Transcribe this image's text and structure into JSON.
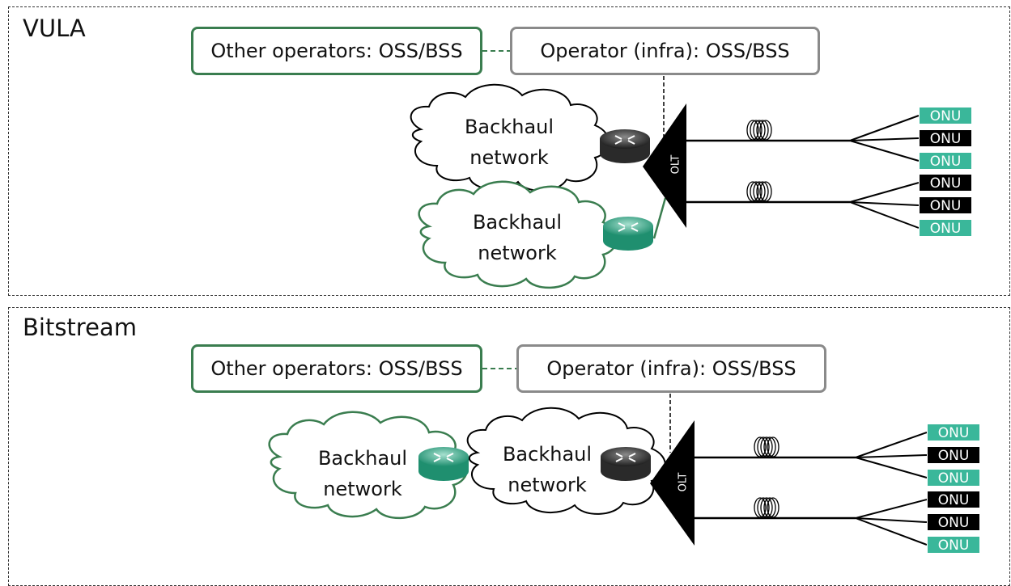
{
  "colors": {
    "green": "#3a7d4f",
    "gray": "#8a8a8a",
    "onu_green": "#3ab79a",
    "onu_black": "#000000",
    "router_dark": "#3a3a3a",
    "router_teal": "#2fa987"
  },
  "panels": [
    {
      "title": "VULA",
      "other_ops": "Other operators: OSS/BSS",
      "infra_ops": "Operator (infra): OSS/BSS",
      "cloud_black": [
        "Backhaul",
        "network"
      ],
      "cloud_green": [
        "Backhaul",
        "network"
      ],
      "olt": "OLT",
      "onus": [
        "ONU",
        "ONU",
        "ONU",
        "ONU",
        "ONU",
        "ONU"
      ],
      "onu_colors": [
        "green",
        "black",
        "green",
        "black",
        "black",
        "green"
      ]
    },
    {
      "title": "Bitstream",
      "other_ops": "Other operators: OSS/BSS",
      "infra_ops": "Operator (infra): OSS/BSS",
      "cloud_green": [
        "Backhaul",
        "network"
      ],
      "cloud_black": [
        "Backhaul",
        "network"
      ],
      "olt": "OLT",
      "onus": [
        "ONU",
        "ONU",
        "ONU",
        "ONU",
        "ONU",
        "ONU"
      ],
      "onu_colors": [
        "green",
        "black",
        "green",
        "black",
        "black",
        "green"
      ]
    }
  ]
}
